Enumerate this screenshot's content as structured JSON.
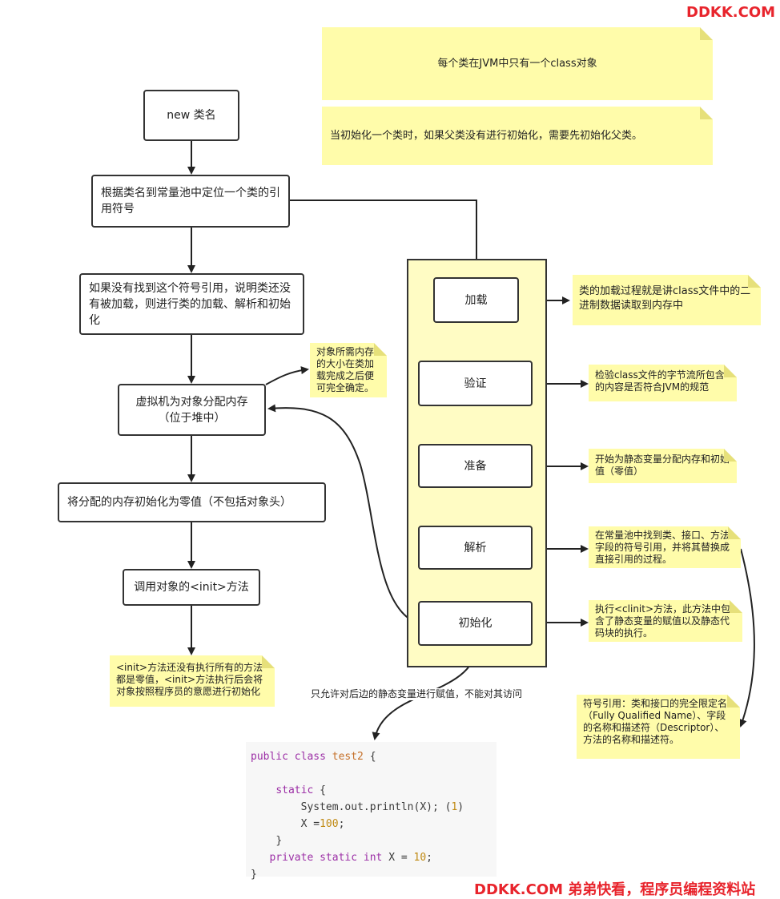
{
  "watermark_top": "DDKK.COM",
  "watermark_bottom": "DDKK.COM 弟弟快看，程序员编程资料站",
  "notes": {
    "jvm_one_class": "每个类在JVM中只有一个class对象",
    "init_parent": "当初始化一个类时，如果父类没有进行初始化，需要先初始化父类。",
    "load_desc": "类的加载过程就是讲class文件中的二进制数据读取到内存中",
    "verify_desc": "检验class文件的字节流所包含的内容是否符合JVM的规范",
    "prepare_desc": "开始为静态变量分配内存和初始值（零值）",
    "resolve_desc": "在常量池中找到类、接口、方法字段的符号引用，并将其替换成直接引用的过程。",
    "init_desc": "执行<clinit>方法，此方法中包含了静态变量的赋值以及静态代码块的执行。",
    "memory_size": "对象所需内存的大小在类加载完成之后便可完全确定。",
    "init_method": "<init>方法还没有执行所有的方法都是零值，<init>方法执行后会将对象按照程序员的意愿进行初始化",
    "symbol_ref": "符号引用：类和接口的完全限定名（Fully Qualified Name）、字段的名称和描述符（Descriptor）、方法的名称和描述符。"
  },
  "flow": {
    "new": "new 类名",
    "locate": "根据类名到常量池中定位一个类的引用符号",
    "not_found": "如果没有找到这个符号引用，说明类还没有被加载，则进行类的加载、解析和初始化",
    "allocate": "虚拟机为对象分配内存（位于堆中）",
    "zero": "将分配的内存初始化为零值（不包括对象头）",
    "call_init": "调用对象的<init>方法"
  },
  "stages": {
    "load": "加载",
    "verify": "验证",
    "prepare": "准备",
    "resolve": "解析",
    "initialize": "初始化"
  },
  "edge_label": "只允许对后边的静态变量进行赋值，不能对其访问",
  "code": {
    "l1_kw": "public class",
    "l1_name": "test2",
    "l1_end": "{",
    "l2_kw": "static",
    "l2_end": "{",
    "l3": "System.out.println(X); (",
    "l3_num": "1",
    "l3_end": ")",
    "l4": "X =",
    "l4_num": "100",
    "l4_end": ";",
    "l5": "}",
    "l6_kw": "private static int",
    "l6_mid": "X =",
    "l6_num": "10",
    "l6_end": ";",
    "l7": "}"
  }
}
